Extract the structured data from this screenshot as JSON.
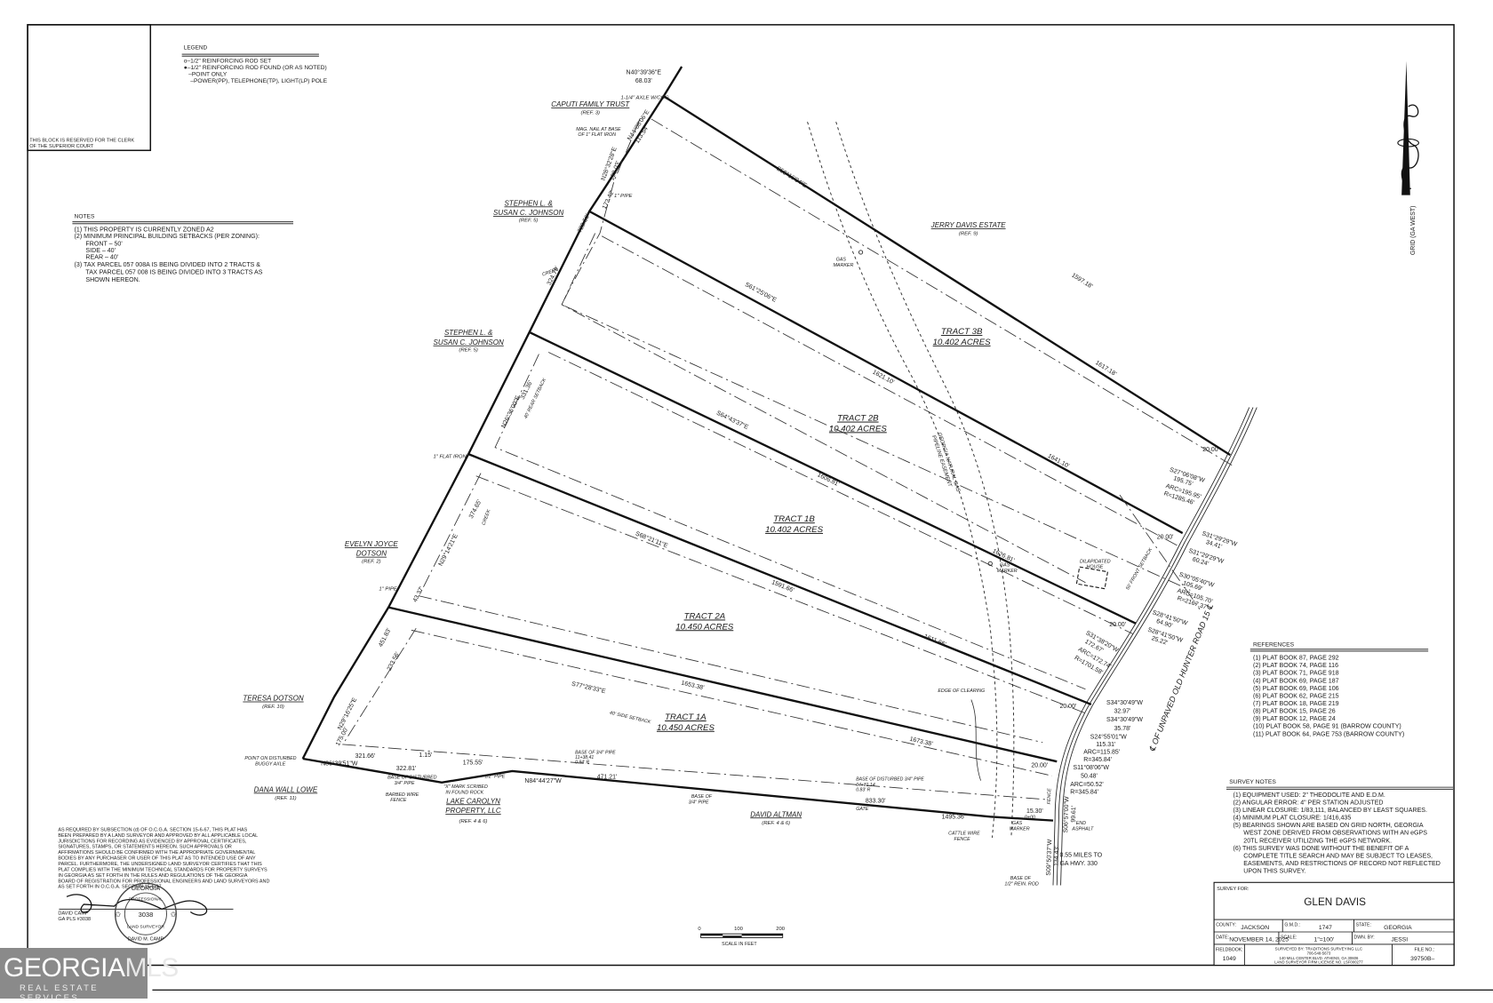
{
  "clerk_block": {
    "text_line1": "THIS BLOCK IS RESERVED FOR THE CLERK",
    "text_line2": "OF THE SUPERIOR COURT"
  },
  "legend": {
    "title": "LEGEND",
    "items": [
      "o–1/2\" REINFORCING ROD SET",
      "●–1/2\" REINFORCING ROD FOUND (OR AS NOTED)",
      "–POINT ONLY",
      "–POWER(PP), TELEPHONE(TP), LIGHT(LP) POLE"
    ]
  },
  "notes": {
    "title": "NOTES",
    "lines": [
      "(1) THIS PROPERTY IS CURRENTLY ZONED A2",
      "(2) MINIMUM PRINCIPAL BUILDING SETBACKS (PER ZONING):",
      "      FRONT – 50'",
      "      SIDE – 40'",
      "      REAR – 40'",
      "(3) TAX PARCEL 057 008A IS BEING DIVIDED INTO 2 TRACTS &",
      "      TAX PARCEL 057 008 IS BEING DIVIDED INTO 3 TRACTS AS",
      "      SHOWN HEREON."
    ]
  },
  "north_arrow": {
    "label": "GRID (GA WEST)"
  },
  "tracts": [
    {
      "name": "TRACT 3B",
      "acres": "10.402 ACRES"
    },
    {
      "name": "TRACT 2B",
      "acres": "10.402 ACRES"
    },
    {
      "name": "TRACT 1B",
      "acres": "10.402 ACRES"
    },
    {
      "name": "TRACT 2A",
      "acres": "10.450 ACRES"
    },
    {
      "name": "TRACT 1A",
      "acres": "10.450 ACRES"
    }
  ],
  "adjoiners": {
    "caputi": {
      "name": "CAPUTI FAMILY TRUST",
      "ref": "(REF. 3)"
    },
    "johnson1": {
      "name1": "STEPHEN L. &",
      "name2": "SUSAN C. JOHNSON",
      "ref": "(REF. 5)"
    },
    "johnson2": {
      "name1": "STEPHEN L. &",
      "name2": "SUSAN C. JOHNSON",
      "ref": "(REF. 5)"
    },
    "dotson_e": {
      "name1": "EVELYN JOYCE",
      "name2": "DOTSON",
      "ref": "(REF. 2)"
    },
    "dotson_t": {
      "name": "TERESA DOTSON",
      "ref": "(REF. 10)"
    },
    "lowe": {
      "name": "DANA WALL LOWE",
      "ref": "(REF. 11)"
    },
    "lake": {
      "name1": "LAKE CAROLYN",
      "name2": "PROPERTY, LLC",
      "ref": "(REF. 4 & 6)"
    },
    "altman": {
      "name": "DAVID ALTMAN",
      "ref": "(REF. 4 & 6)"
    },
    "jerry": {
      "name": "JERRY DAVIS ESTATE",
      "ref": "(REF. 9)"
    }
  },
  "road": {
    "label": "℄ OF UNPAVED OLD HUNTER ROAD 15 ℄",
    "to_hwy": "0.55 MILES TO",
    "to_hwy2": "GA HWY. 330"
  },
  "calls": {
    "top1": "N40°39'36\"E",
    "top1d": "68.03'",
    "axle": "1-1/4\" AXLE W/COG",
    "n44": "N44°08'06\"E",
    "n44d": "113.54'",
    "magnail1": "MAG. NAIL AT BASE",
    "magnail2": "OF 1\" FLAT IRON",
    "n28": "N28°32'28\"E",
    "n28d": "138.03'",
    "pipe1": "1\" PIPE",
    "d72": "172.42'",
    "d728": "728.56'",
    "d324": "324.79'",
    "d331": "331.36'",
    "n26": "N26°36'00\"E",
    "flatiron": "1\" FLAT IRON",
    "d374": "374.65'",
    "n29": "N29°14'21\"E",
    "pipe2": "1\" PIPE",
    "d43": "43.37'",
    "d451": "451.83'",
    "d233": "233.56'",
    "n29b": "N29°16'25\"E",
    "d175": "175.00'",
    "s59": "S59°16'34\"E",
    "s61": "S61°25'06\"E",
    "s64": "S64°43'37\"E",
    "s68": "S68°21'11\"E",
    "s77": "S77°28'33\"E",
    "l1597": "1597.18'",
    "l1617": "1617.18'",
    "l1621": "1621.10'",
    "l1641": "1641.10'",
    "l1606": "1606.81'",
    "l1626": "1626.81'",
    "l1591": "1591.66'",
    "l1611": "1611.66'",
    "l1653": "1653.38'",
    "l1673": "1673.38'",
    "setback_rear": "40' REAR SETBACK",
    "setback_side": "40' SIDE SETBACK",
    "setback_front": "50' FRONT SETBACK",
    "creek": "CREEK",
    "gas_marker1": "GAS",
    "gas_marker2": "MARKER",
    "pipeline1": "GEORGIA NATURAL GAS",
    "pipeline2": "PIPELINE EASEMENT",
    "house1": "DILAPIDATED",
    "house2": "HOUSE",
    "clearing": "EDGE OF CLEARING",
    "twenty": "20.00'",
    "s27": "S27°06'08\"W",
    "s27d": "195.75'",
    "s27arc": "ARC=195.95'",
    "s27r": "R=1285.46'",
    "s31a": "S31°29'29\"W",
    "s31ad": "34.41'",
    "s31b": "S31°29'29\"W",
    "s31bd": "60.24'",
    "s30": "S30°05'40\"W",
    "s30d": "105.69'",
    "s30arc": "ARC=105.70'",
    "s30r": "R=2167.37'",
    "s28a": "S28°41'50\"W",
    "s28ad": "64.90'",
    "s28b": "S28°41'50\"W",
    "s28bd": "25.22'",
    "s31c": "S31°38'20\"W",
    "s31cd": "172.67'",
    "s31carc": "ARC=172.74'",
    "s31cr": "R=1701.58'",
    "s34a": "S34°30'49\"W",
    "s34ad": "32.97'",
    "s34b": "S34°30'49\"W",
    "s34bd": "35.78'",
    "s24": "S24°55'01\"W",
    "s24d": "115.31'",
    "s24arc": "ARC=115.85'",
    "s24r": "R=345.84'",
    "s11": "S11°08'06\"W",
    "s11d": "50.48'",
    "s11arc": "ARC=50.52'",
    "s11r": "R=345.84'",
    "s06": "S06°57'00\"W",
    "s06d": "99.61'",
    "s09": "S09°50'37\"W",
    "s09d": "134.43'",
    "d1530": "15.30'",
    "sta00": "0+00",
    "fence": "FENCE",
    "end_asphalt1": "END",
    "end_asphalt2": "ASPHALT",
    "pp": "PP",
    "buggy1": "POINT ON DISTURBED",
    "buggy2": "BUGGY AXLE",
    "n86": "N86°39'51\"W",
    "d321": "321.66'",
    "d115": "1.15'",
    "d322": "322.81'",
    "d175b": "175.55'",
    "pipehalf": "1/2\" PIPE",
    "n84": "N84°44'27\"W",
    "d471": "471.21'",
    "base34a1": "BASE OF DISTURBED",
    "base34a2": "3/4\" PIPE",
    "xmark1": "\"X\" MARK SCRIBED",
    "xmark2": "IN FOUND ROCK",
    "barbed1": "BARBED WIRE",
    "barbed2": "FENCE",
    "base34b1": "BASE OF 3/4\" PIPE",
    "base34b2": "11+38.41",
    "base34b3": "0.94' R",
    "base34c1": "BASE OF",
    "base34c2": "3/4\" PIPE",
    "base34d1": "BASE OF DISTURBED 3/4\" PIPE",
    "base34d2": "04+81.14",
    "base34d3": "0.83' R",
    "gate": "GATE",
    "d833": "833.30'",
    "d1495": "1495.36'",
    "cattle1": "CATTLE WIRE",
    "cattle2": "FENCE",
    "rebar1": "BASE OF",
    "rebar2": "1/2\" REIN. ROD"
  },
  "references": {
    "title": "REFERENCES",
    "items": [
      "(1)   PLAT BOOK 87, PAGE 292",
      "(2)   PLAT BOOK 74, PAGE 116",
      "(3)   PLAT BOOK 71, PAGE 918",
      "(4)   PLAT BOOK 69, PAGE 187",
      "(5)   PLAT BOOK 69, PAGE 106",
      "(6)   PLAT BOOK 62, PAGE 215",
      "(7)   PLAT BOOK 18, PAGE 219",
      "(8)   PLAT BOOK 15, PAGE 26",
      "(9)   PLAT BOOK 12, PAGE 24",
      "(10) PLAT BOOK 58, PAGE 91 (BARROW COUNTY)",
      "(11) PLAT BOOK 64, PAGE 753 (BARROW COUNTY)"
    ]
  },
  "survey_notes": {
    "title": "SURVEY NOTES",
    "lines": [
      "(1) EQUIPMENT USED: 2\" THEODOLITE AND E.D.M.",
      "(2) ANGULAR ERROR: 4\" PER STATION ADJUSTED",
      "(3) LINEAR CLOSURE: 1/83,111, BALANCED BY LEAST SQUARES.",
      "(4) MINIMUM PLAT CLOSURE: 1/416,435",
      "(5) BEARINGS SHOWN ARE BASED ON GRID NORTH, GEORGIA",
      "      WEST ZONE DERIVED FROM OBSERVATIONS WITH AN eGPS",
      "      20TL RECEIVER UTILIZING THE eGPS NETWORK.",
      "(6) THIS SURVEY WAS DONE WITHOUT THE BENEFIT OF A",
      "      COMPLETE TITLE SEARCH AND MAY BE SUBJECT TO LEASES,",
      "      EASEMENTS, AND RESTRICTIONS OF RECORD NOT REFLECTED",
      "      UPON THIS SURVEY."
    ]
  },
  "certification": {
    "lines": [
      "AS REQUIRED BY SUBSECTION (d) OF O.C.G.A. SECTION 15-6-67, THIS PLAT HAS",
      "BEEN PREPARED BY A LAND SURVEYOR AND APPROVED BY ALL APPLICABLE LOCAL",
      "JURISDICTIONS FOR RECORDING AS EVIDENCED BY APPROVAL CERTIFICATES,",
      "SIGNATURES, STAMPS, OR STATEMENTS HEREON. SUCH APPROVALS OR",
      "AFFIRMATIONS SHOULD BE CONFIRMED WITH THE APPROPRIATE GOVERNMENTAL",
      "BODIES BY ANY PURCHASER OR USER OF THIS PLAT AS TO INTENDED USE OF ANY",
      "PARCEL. FURTHERMORE, THE UNDERSIGNED LAND SURVEYOR CERTIFIES THAT THIS",
      "PLAT COMPLIES WITH THE MINIMUM TECHNICAL STANDARDS FOR PROPERTY SURVEYS",
      "IN GEORGIA AS SET FORTH IN THE RULES AND REGULATIONS OF THE GEORGIA",
      "BOARD OF REGISTRATION FOR PROFESSIONAL ENGINEERS AND LAND SURVEYORS AND",
      "AS SET FORTH IN O.C.G.A. SECTION 15-6-67."
    ],
    "surveyor_name": "DAVID CAMP",
    "surveyor_pls": "GA PLS #3038",
    "seal_top": "GEORGIA",
    "seal_mid1": "REGISTERED",
    "seal_mid2": "PROFESSIONAL",
    "seal_number": "3038",
    "seal_bottom1": "LAND SURVEYOR",
    "seal_bottom2": "DAVID M. CAMP"
  },
  "scale_bar": {
    "t0": "0",
    "t100": "100",
    "t200": "200",
    "label": "SCALE IN FEET"
  },
  "title_block": {
    "survey_for_label": "SURVEY FOR:",
    "client": "GLEN DAVIS",
    "county_label": "COUNTY:",
    "county": "JACKSON",
    "gmd_label": "G.M.D.:",
    "gmd": "1747",
    "state_label": "STATE:",
    "state": "GEORGIA",
    "date_label": "DATE:",
    "date": "NOVEMBER 14, 2025",
    "scale_label": "SCALE:",
    "scale": "1\"=100'",
    "dwn_label": "DWN. BY:",
    "dwn": "JESSI",
    "fieldbook_label": "FIELDBOOK:",
    "fieldbook": "1049",
    "firm1": "SURVEYED BY: TRADITIONS SURVEYING LLC",
    "firm2": "706-548-5673",
    "firm3": "140 MILL CENTER BLVD.  ATHENS, GA 30606",
    "firm4": "LAND SURVEYOR FIRM LICENSE NO. LSF000277",
    "file_label": "FILE NO.:",
    "file": "39750B–"
  },
  "watermark": {
    "brand_bold": "GEORGIA",
    "brand_light": "MLS",
    "sub": "REAL ESTATE SERVICES"
  }
}
